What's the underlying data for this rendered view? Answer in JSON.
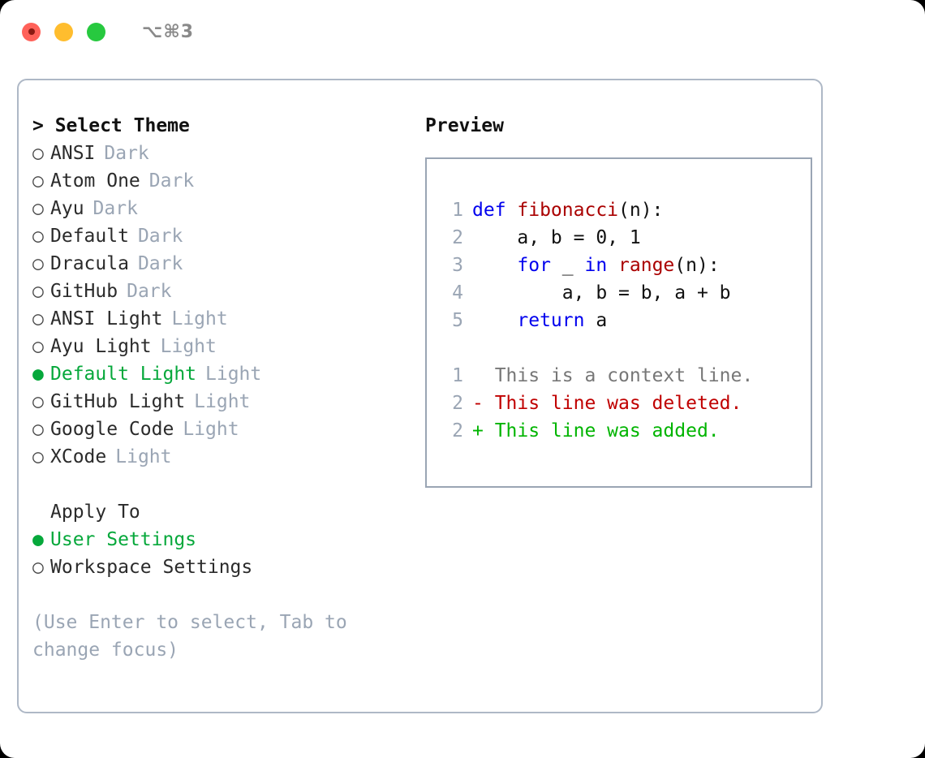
{
  "titlebar": {
    "shortcut": "⌥⌘3",
    "lights": [
      {
        "name": "close",
        "color": "#ff6159"
      },
      {
        "name": "minimize",
        "color": "#ffbd2e"
      },
      {
        "name": "maximize",
        "color": "#27c93f"
      }
    ]
  },
  "left": {
    "heading": "> Select Theme",
    "themes": [
      {
        "marker": "○",
        "name": "ANSI",
        "kind": "Dark",
        "selected": false
      },
      {
        "marker": "○",
        "name": "Atom One",
        "kind": "Dark",
        "selected": false
      },
      {
        "marker": "○",
        "name": "Ayu",
        "kind": "Dark",
        "selected": false
      },
      {
        "marker": "○",
        "name": "Default",
        "kind": "Dark",
        "selected": false
      },
      {
        "marker": "○",
        "name": "Dracula",
        "kind": "Dark",
        "selected": false
      },
      {
        "marker": "○",
        "name": "GitHub",
        "kind": "Dark",
        "selected": false
      },
      {
        "marker": "○",
        "name": "ANSI Light",
        "kind": "Light",
        "selected": false
      },
      {
        "marker": "○",
        "name": "Ayu Light",
        "kind": "Light",
        "selected": false
      },
      {
        "marker": "●",
        "name": "Default Light",
        "kind": "Light",
        "selected": true
      },
      {
        "marker": "○",
        "name": "GitHub Light",
        "kind": "Light",
        "selected": false
      },
      {
        "marker": "○",
        "name": "Google Code",
        "kind": "Light",
        "selected": false
      },
      {
        "marker": "○",
        "name": "XCode",
        "kind": "Light",
        "selected": false
      }
    ],
    "apply_to_heading": "Apply To",
    "apply_to": [
      {
        "marker": "●",
        "name": "User Settings",
        "selected": true
      },
      {
        "marker": "○",
        "name": "Workspace Settings",
        "selected": false
      }
    ],
    "hint": "(Use Enter to select, Tab to change focus)"
  },
  "right": {
    "heading": "Preview",
    "code_lines": [
      {
        "no": "1",
        "tokens": [
          {
            "t": "def ",
            "c": "kw"
          },
          {
            "t": "fibonacci",
            "c": "fn"
          },
          {
            "t": "(n):",
            "c": "def"
          }
        ]
      },
      {
        "no": "2",
        "tokens": [
          {
            "t": "    a, b = 0, 1",
            "c": "def"
          }
        ]
      },
      {
        "no": "3",
        "tokens": [
          {
            "t": "    ",
            "c": "def"
          },
          {
            "t": "for",
            "c": "kw"
          },
          {
            "t": " _ ",
            "c": "def"
          },
          {
            "t": "in ",
            "c": "kw"
          },
          {
            "t": "range",
            "c": "fn"
          },
          {
            "t": "(n):",
            "c": "def"
          }
        ]
      },
      {
        "no": "4",
        "tokens": [
          {
            "t": "        a, b = b, a + b",
            "c": "def"
          }
        ]
      },
      {
        "no": "5",
        "tokens": [
          {
            "t": "    ",
            "c": "def"
          },
          {
            "t": "return",
            "c": "kw"
          },
          {
            "t": " a",
            "c": "def"
          }
        ]
      },
      {
        "blank": true
      },
      {
        "no": "1",
        "tokens": [
          {
            "t": "  This is a context line.",
            "c": "ctx"
          }
        ]
      },
      {
        "no": "2",
        "tokens": [
          {
            "t": "- This line was deleted.",
            "c": "del"
          }
        ]
      },
      {
        "no": "2",
        "tokens": [
          {
            "t": "+ This line was added.",
            "c": "add"
          }
        ]
      }
    ]
  }
}
